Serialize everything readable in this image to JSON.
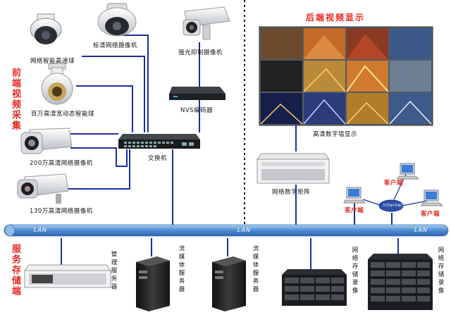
{
  "sections": {
    "front_end": "前端视频采集",
    "back_end_display": "后端视频显示",
    "service_storage": "服务存储端"
  },
  "devices": {
    "speed_dome": "网络智能高速球",
    "hd_dome_camera": "标清网络摄像机",
    "strong_light_camera": "强光抑制摄像机",
    "megapixel_ball": "百万高清宽动态智能球",
    "nvs_encoder": "NVS编码器",
    "switch": "交换机",
    "bullet_2mp": "200万高清网络摄像机",
    "bullet_1_3mp": "130万高清网络摄像机",
    "video_wall": "高清数字墙显示",
    "matrix": "网络数字矩阵",
    "client": "客户端",
    "internet": "Internet",
    "mgmt_server": "管理服务器",
    "stream_server": "流媒体服务器",
    "storage_recorder": "网络存储录像"
  },
  "lan_label": "LAN",
  "colors": {
    "link": "#1b2f9e",
    "lan_bar": "#5a94d6",
    "accent_red": "#e8261d"
  }
}
